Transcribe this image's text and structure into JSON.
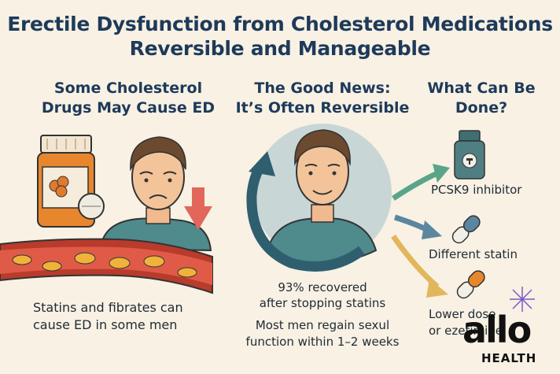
{
  "title": {
    "line1": "Erectile Dysfunction from Cholesterol Medications",
    "line2": "Reversible and Manageable"
  },
  "columns": {
    "cause": {
      "heading_line1": "Some Cholesterol",
      "heading_line2": "Drugs May Cause ED",
      "caption_line1": "Statins and fibrates can",
      "caption_line2": "cause ED in some men"
    },
    "good_news": {
      "heading_line1": "The Good News:",
      "heading_line2": "It’s Often Reversible",
      "stat_line1": "93% recovered",
      "stat_line2": "after stopping statins",
      "recovery_line1": "Most men regain sexul",
      "recovery_line2": "function within 1–2 weeks"
    },
    "options": {
      "heading_line1": "What Can Be",
      "heading_line2": "Done?",
      "items": [
        {
          "label_line1": "PCSK9 inhibitor",
          "icon": "pill-bottle-icon"
        },
        {
          "label_line1": "Different statin",
          "icon": "capsule-icon"
        },
        {
          "label_line1": "Lower dose",
          "label_line2": "or ezetimibe",
          "icon": "capsule-icon"
        }
      ]
    }
  },
  "branding": {
    "logo": "allo",
    "logo_sub": "HEALTH"
  },
  "colors": {
    "background": "#f8f1e4",
    "title": "#1e3a5a",
    "cycle_arrow": "#2f5f6f",
    "arrow_green": "#5aa58a",
    "arrow_blue": "#5a86a0",
    "arrow_yellow": "#e2b65a",
    "down_arrow": "#e2675a",
    "artery": "#b83b2b"
  }
}
